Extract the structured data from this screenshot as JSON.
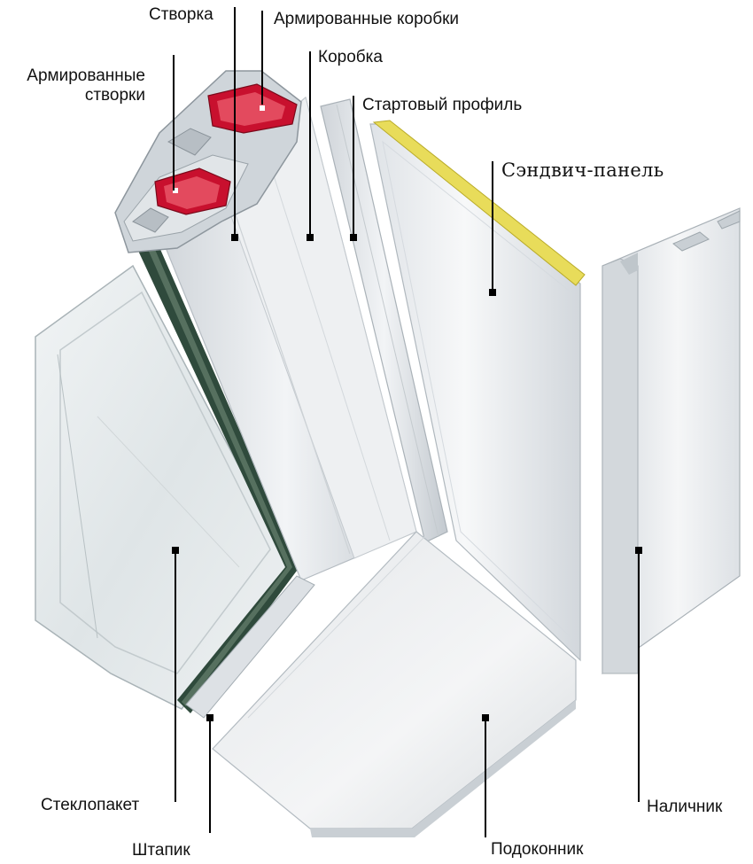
{
  "diagram": {
    "labels": {
      "stvorka": "Створка",
      "armirovannye_korobki": "Армированные коробки",
      "korobka": "Коробка",
      "armirovannye_stvorki_line1": "Армированные",
      "armirovannye_stvorki_line2": "створки",
      "startovyy_profil": "Стартовый профиль",
      "sendvich_panel": "Сэндвич-панель",
      "steklopaket": "Стеклопакет",
      "shtapik": "Штапик",
      "podokonnik": "Подоконник",
      "nalichnik": "Наличник"
    },
    "colors": {
      "reinforcement": "#c8102e",
      "sandwich_edge": "#e8dc5a",
      "pvc": "#e6e9ec",
      "seal": "#2f4a3c",
      "leader": "#000000"
    }
  }
}
